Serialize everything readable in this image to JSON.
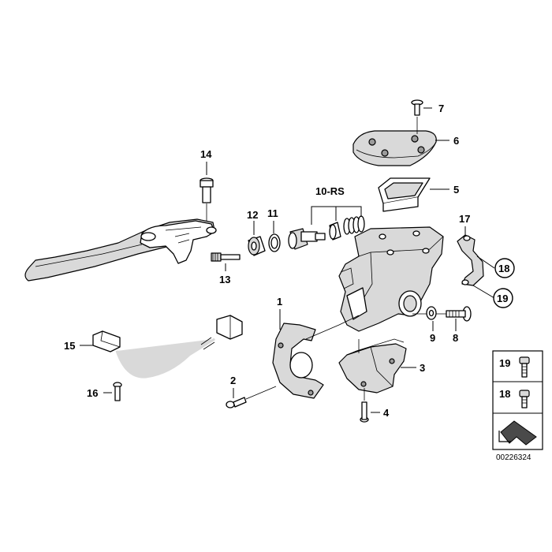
{
  "callouts": {
    "c1": "1",
    "c2": "2",
    "c3": "3",
    "c4": "4",
    "c5": "5",
    "c6": "6",
    "c7": "7",
    "c8": "8",
    "c9": "9",
    "c10": "10-RS",
    "c11": "11",
    "c12": "12",
    "c13": "13",
    "c14": "14",
    "c15": "15",
    "c16": "16",
    "c17": "17",
    "c18": "18",
    "c19": "19"
  },
  "legend": {
    "item1": "19",
    "item2": "18"
  },
  "diagram_ref": "00226324"
}
